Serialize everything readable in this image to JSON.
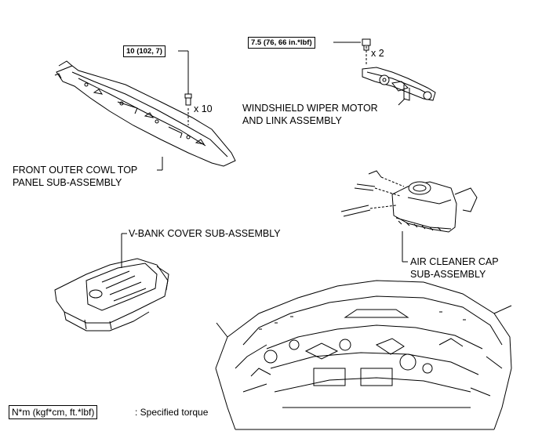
{
  "labels": {
    "cowl_line1": "FRONT OUTER COWL TOP",
    "cowl_line2": "PANEL SUB-ASSEMBLY",
    "wiper_line1": "WINDSHIELD WIPER MOTOR",
    "wiper_line2": "AND LINK ASSEMBLY",
    "vbank": "V-BANK COVER SUB-ASSEMBLY",
    "cleaner_line1": "AIR CLEANER CAP",
    "cleaner_line2": "SUB-ASSEMBLY"
  },
  "torques": {
    "cowl_bolt": "10 (102, 7)",
    "wiper_nut": "7.5 (76, 66 in.*lbf)"
  },
  "quantities": {
    "cowl_bolt": "x 10",
    "wiper_nut": "x 2"
  },
  "legend": {
    "unit_box": "N*m (kgf*cm, ft.*lbf)",
    "description": ": Specified torque"
  }
}
